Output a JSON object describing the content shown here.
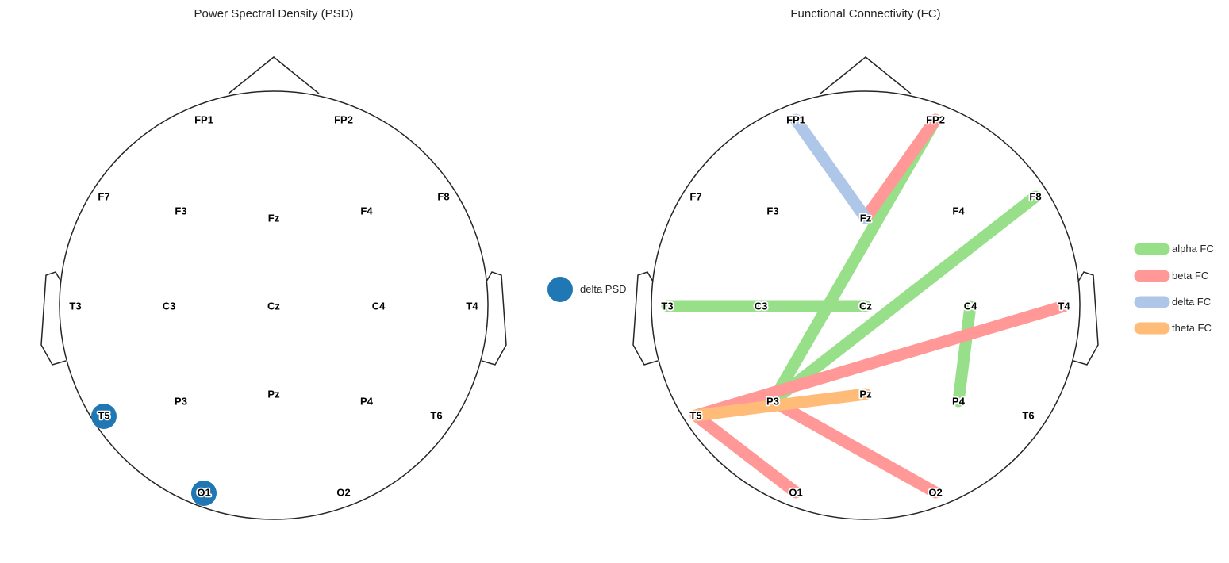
{
  "psd_panel": {
    "title": "Power Spectral Density (PSD)",
    "legend": [
      {
        "label": "delta PSD",
        "color": "#1f77b4"
      }
    ]
  },
  "fc_panel": {
    "title": "Functional Connectivity (FC)",
    "legend": [
      {
        "label": "alpha FC",
        "color": "#98df8a"
      },
      {
        "label": "beta FC",
        "color": "#ff9896"
      },
      {
        "label": "delta FC",
        "color": "#aec7e8"
      },
      {
        "label": "theta FC",
        "color": "#ffbb78"
      }
    ]
  },
  "electrodes": [
    "FP1",
    "FP2",
    "F7",
    "F3",
    "Fz",
    "F4",
    "F8",
    "T3",
    "C3",
    "Cz",
    "C4",
    "T4",
    "T5",
    "P3",
    "Pz",
    "P4",
    "T6",
    "O1",
    "O2"
  ],
  "chart_data": [
    {
      "type": "topographic-map",
      "title": "Power Spectral Density (PSD)",
      "highlighted_electrodes": [
        {
          "electrode": "T5",
          "band": "delta"
        },
        {
          "electrode": "O1",
          "band": "delta"
        }
      ]
    },
    {
      "type": "connectivity-map",
      "title": "Functional Connectivity (FC)",
      "connections": [
        {
          "from": "T3",
          "to": "Cz",
          "band": "alpha"
        },
        {
          "from": "P3",
          "to": "FP2",
          "band": "alpha"
        },
        {
          "from": "P3",
          "to": "F8",
          "band": "alpha"
        },
        {
          "from": "C4",
          "to": "P4",
          "band": "alpha"
        },
        {
          "from": "Fz",
          "to": "FP2",
          "band": "beta"
        },
        {
          "from": "T5",
          "to": "T4",
          "band": "beta"
        },
        {
          "from": "T5",
          "to": "O1",
          "band": "beta"
        },
        {
          "from": "P3",
          "to": "O2",
          "band": "beta"
        },
        {
          "from": "FP1",
          "to": "Fz",
          "band": "delta"
        },
        {
          "from": "T5",
          "to": "Pz",
          "band": "theta"
        }
      ]
    }
  ]
}
